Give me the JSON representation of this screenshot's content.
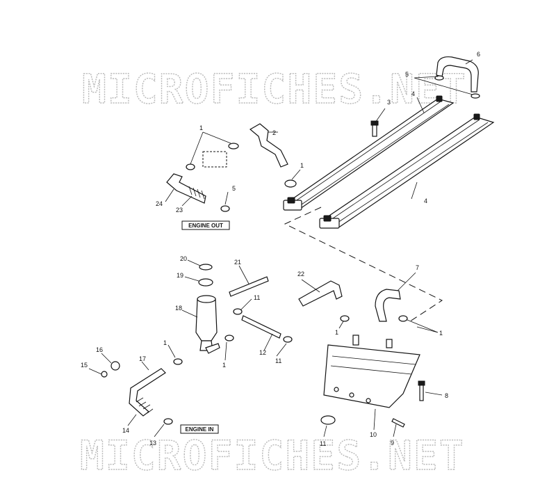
{
  "watermark": {
    "top": "MICROFICHES.NET",
    "bottom": "MICROFICHES.NET"
  },
  "labels": {
    "engine_out": "ENGINE OUT",
    "engine_in": "ENGINE IN"
  },
  "callouts": {
    "c1a": "1",
    "c2": "2",
    "c1b": "1",
    "c24": "24",
    "c23": "23",
    "c5a": "5",
    "c3": "3",
    "c4a": "4",
    "c4b": "4",
    "c5b": "5",
    "c6": "6",
    "c20": "20",
    "c19": "19",
    "c18": "18",
    "c21": "21",
    "c11a": "11",
    "c12": "12",
    "c11b": "11",
    "c1c": "1",
    "c1d": "1",
    "c22": "22",
    "c7": "7",
    "c1e": "1",
    "c1f": "1",
    "c16": "16",
    "c15": "15",
    "c17": "17",
    "c14": "14",
    "c13": "13",
    "c8": "8",
    "c9": "9",
    "c10": "10",
    "c11c": "11"
  }
}
